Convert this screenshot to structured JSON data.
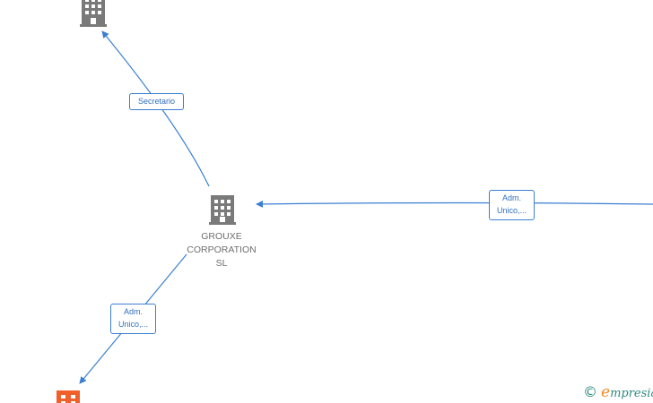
{
  "nodes": {
    "top_company": {
      "label": "",
      "icon": "building-icon",
      "color": "#7a7a7a"
    },
    "center_company": {
      "label_lines": [
        "GROUXE",
        "CORPORATION",
        "SL"
      ],
      "icon": "building-icon",
      "color": "#7a7a7a"
    },
    "bottom_company": {
      "label": "",
      "icon": "building-icon",
      "color": "#f0602a"
    }
  },
  "edges": {
    "secretario": {
      "label": "Secretario"
    },
    "adm_right": {
      "label_lines": [
        "Adm.",
        "Unico,..."
      ]
    },
    "adm_bottom": {
      "label_lines": [
        "Adm.",
        "Unico,..."
      ]
    }
  },
  "colors": {
    "edge": "#3a7fd1",
    "edge_text": "#2f6fbf",
    "brand_teal": "#2b8a7f",
    "brand_orange": "#f08a24"
  },
  "brand": {
    "copyright": "©",
    "e": "e",
    "rest": "mpresia"
  }
}
